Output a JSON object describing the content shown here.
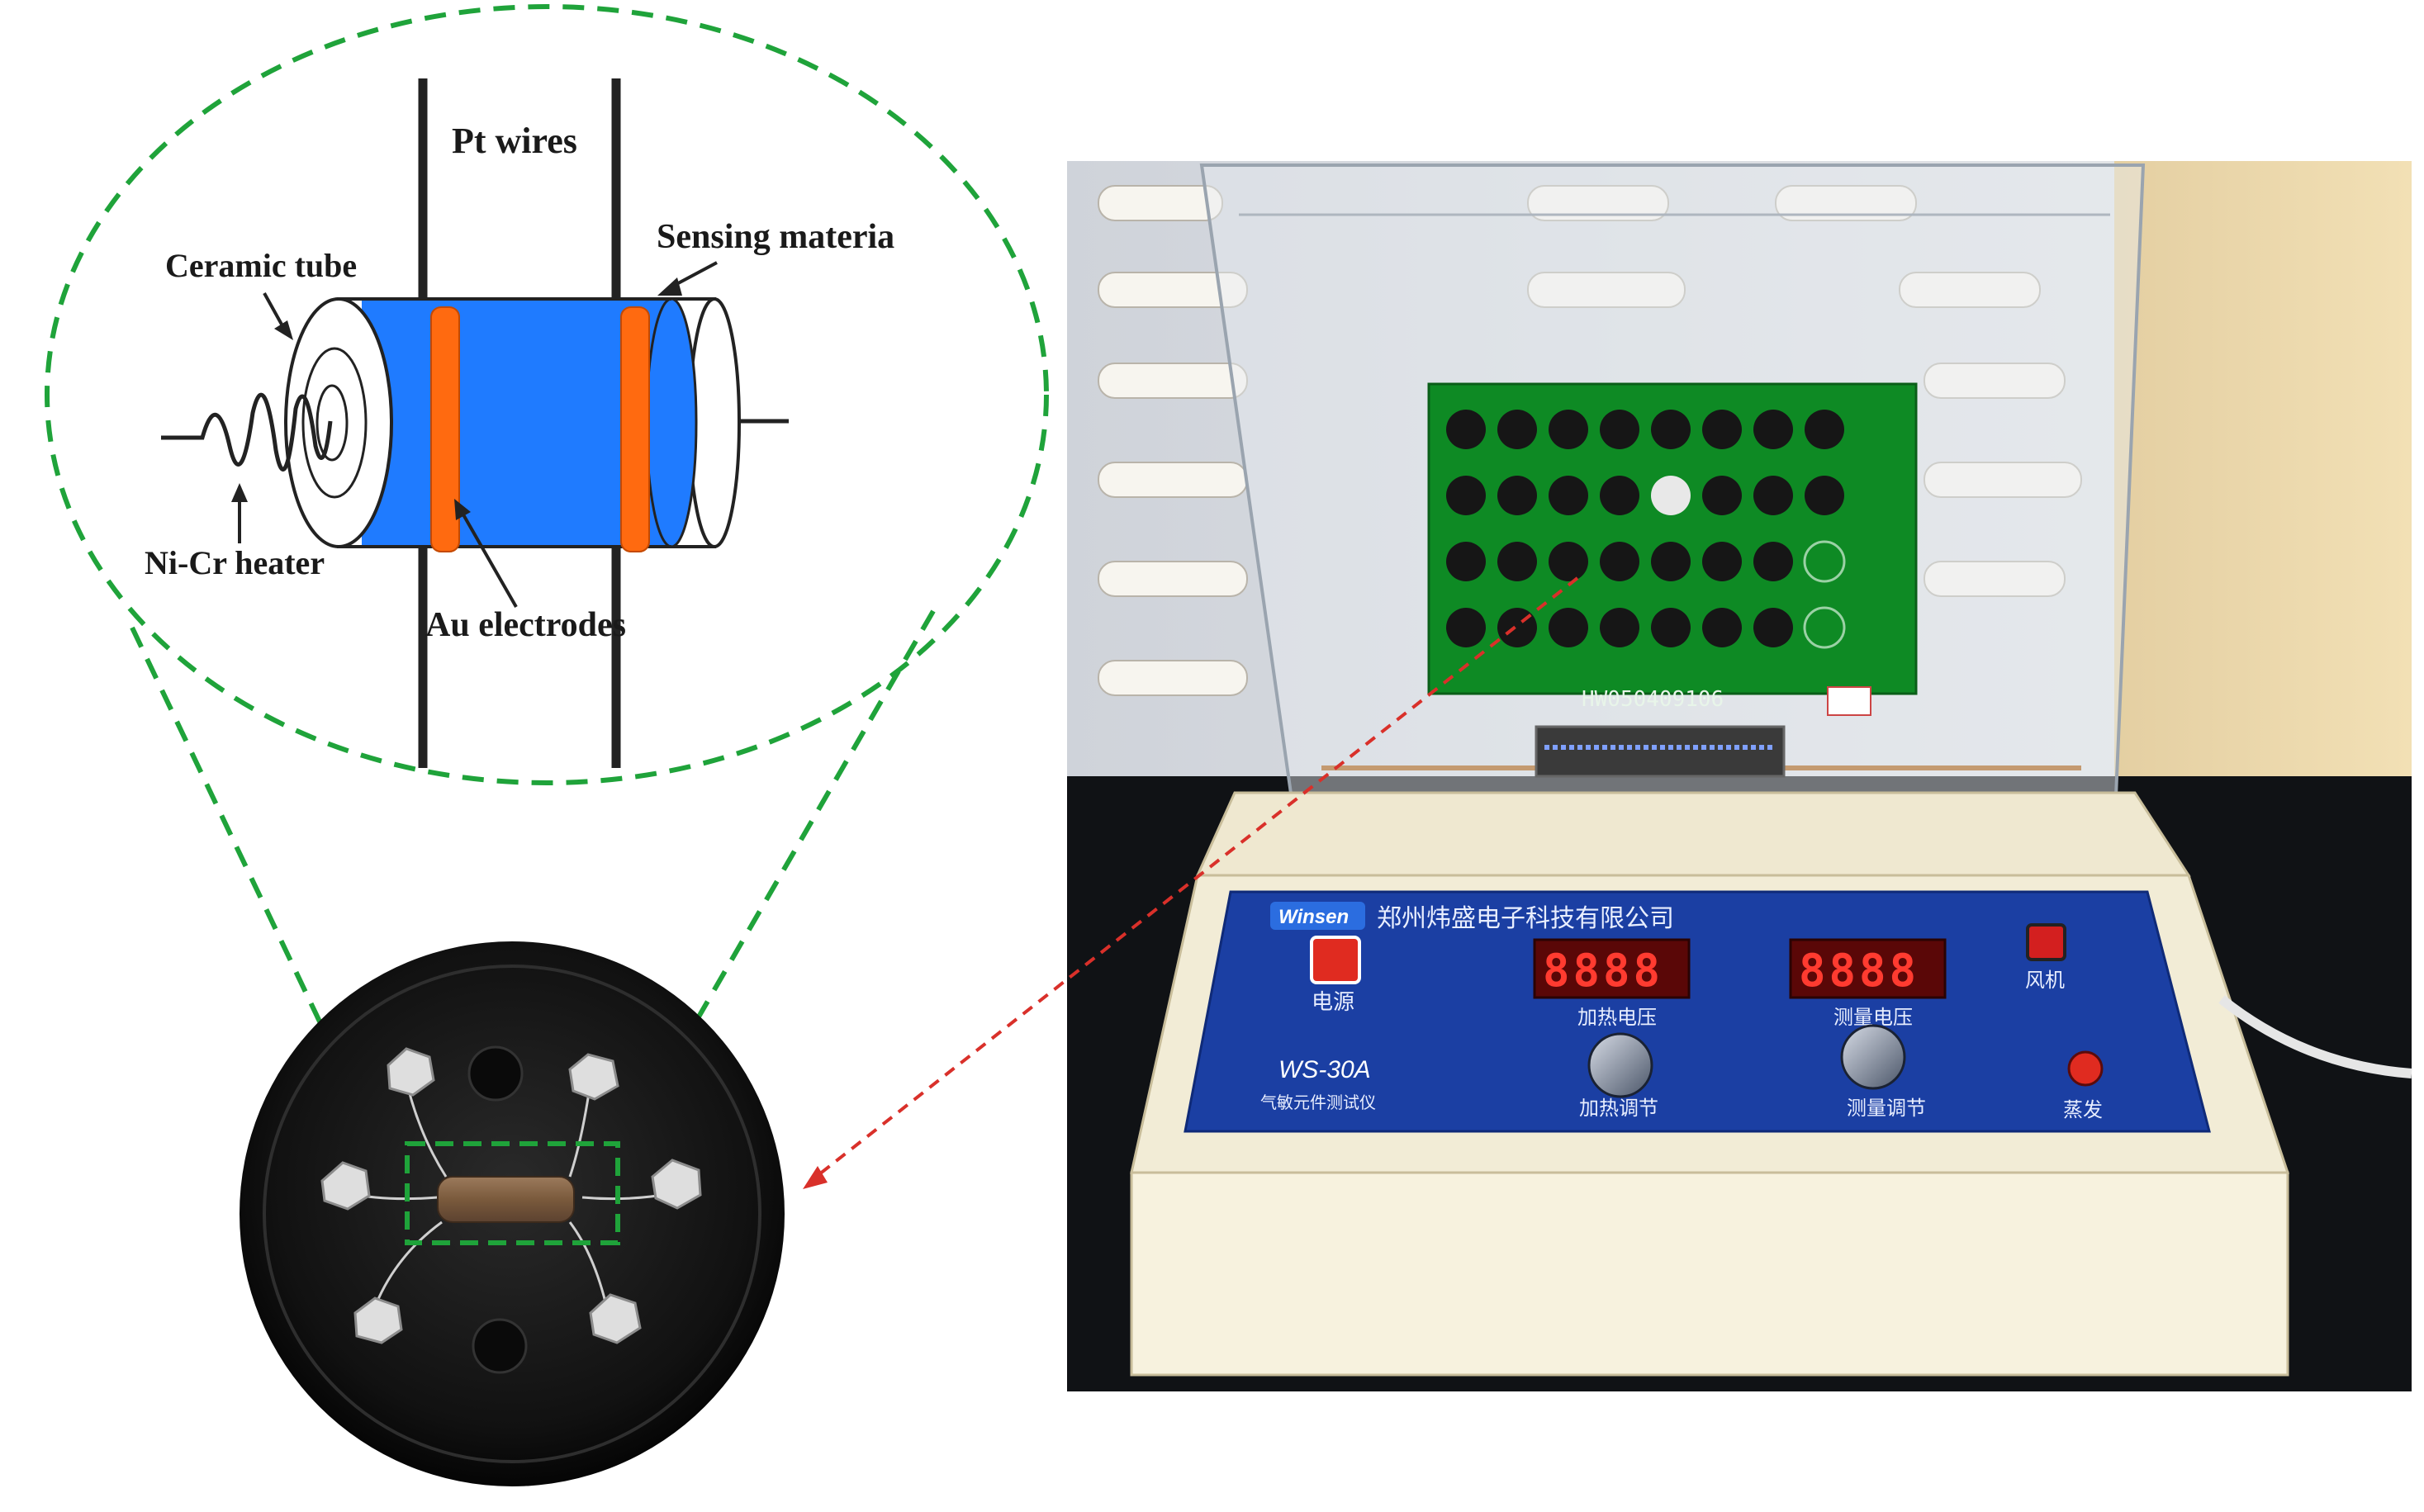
{
  "diagram": {
    "labels": {
      "pt_wires": "Pt wires",
      "ceramic_tube": "Ceramic tube",
      "sensing_material": "Sensing materia",
      "ni_cr_heater": "Ni-Cr heater",
      "au_electrodes": "Au electrodes"
    },
    "colors": {
      "sensing_material": "#1f7bff",
      "electrodes": "#ff6a10",
      "zoom_outline": "#1fa33a",
      "pointer": "#d9302a"
    }
  },
  "instrument": {
    "brand_logo": "Winsen",
    "company": "郑州炜盛电子科技有限公司",
    "model": "WS-30A",
    "model_subtitle": "气敏元件测试仪",
    "power_label": "电源",
    "fan_label": "风机",
    "display_1_label": "加热电压",
    "display_2_label": "测量电压",
    "display_1_value": "8888",
    "display_2_value": "8888",
    "knob_1_label": "加热调节",
    "knob_2_label": "测量调节",
    "trigger_label": "蒸发",
    "board_code": "HW050409106"
  }
}
